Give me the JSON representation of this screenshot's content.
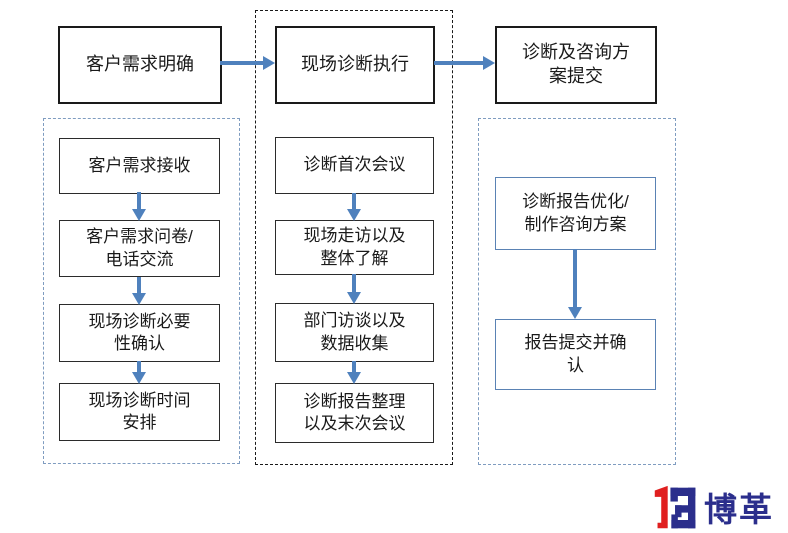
{
  "phases": [
    {
      "label": "客户需求明确",
      "steps": [
        "客户需求接收",
        "客户需求问卷/\n电话交流",
        "现场诊断必要\n性确认",
        "现场诊断时间\n安排"
      ]
    },
    {
      "label": "现场诊断执行",
      "steps": [
        "诊断首次会议",
        "现场走访以及\n整体了解",
        "部门访谈以及\n数据收集",
        "诊断报告整理\n以及末次会议"
      ]
    },
    {
      "label": "诊断及咨询方\n案提交",
      "steps": [
        "诊断报告优化/\n制作咨询方案",
        "报告提交并确\n认"
      ]
    }
  ],
  "logo": {
    "company": "博革",
    "icon": "boge-bg-monogram"
  },
  "colors": {
    "arrow_blue": "#4f81bd",
    "box_border_dark": "#2b2b2b",
    "box_border_blue": "#5a82b4",
    "dashed_border_blue": "#7f9cc0",
    "dashed_border_dark": "#1a1a1a",
    "logo_red": "#e01f1f",
    "logo_blue": "#2b2e8c",
    "background": "#ffffff"
  }
}
